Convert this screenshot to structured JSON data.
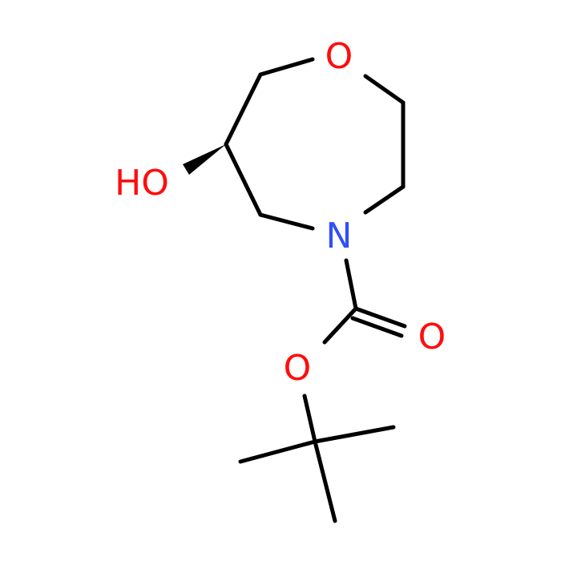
{
  "molecule": {
    "atoms": {
      "ring_oxygen": {
        "text": "O",
        "color": "#ff0d0d"
      },
      "ring_nitrogen": {
        "text": "N",
        "color": "#3050f8"
      },
      "hydroxyl": {
        "text": "HO",
        "color": "#ff0d0d"
      },
      "carbonyl_oxygen": {
        "text": "O",
        "color": "#ff0d0d"
      },
      "ester_oxygen": {
        "text": "O",
        "color": "#ff0d0d"
      }
    },
    "bond_color": "#000000"
  }
}
